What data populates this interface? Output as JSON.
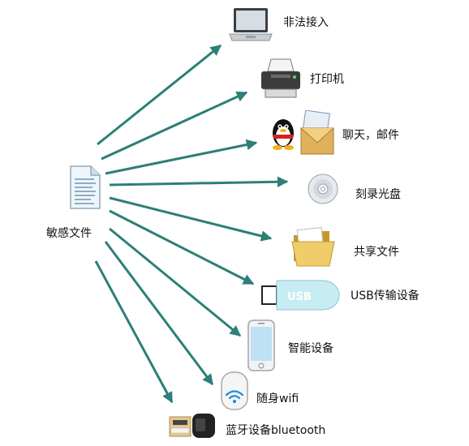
{
  "source": {
    "label": "敏感文件",
    "icon": "document-icon"
  },
  "channels": [
    {
      "label": "非法接入",
      "icon": "laptop-icon"
    },
    {
      "label": "打印机",
      "icon": "printer-icon"
    },
    {
      "label": "聊天，邮件",
      "icon": "chat-mail-icon"
    },
    {
      "label": "刻录光盘",
      "icon": "cd-icon"
    },
    {
      "label": "共享文件",
      "icon": "folder-icon"
    },
    {
      "label": "USB传输设备",
      "icon": "usb-drive-icon",
      "icon_text": "USB"
    },
    {
      "label": "智能设备",
      "icon": "smartphone-icon"
    },
    {
      "label": "随身wifi",
      "icon": "portable-wifi-icon"
    },
    {
      "label": "蓝牙设备bluetooth",
      "icon": "bluetooth-adapter-icon"
    }
  ],
  "colors": {
    "arrow": "#2d7f77",
    "text": "#111111"
  }
}
